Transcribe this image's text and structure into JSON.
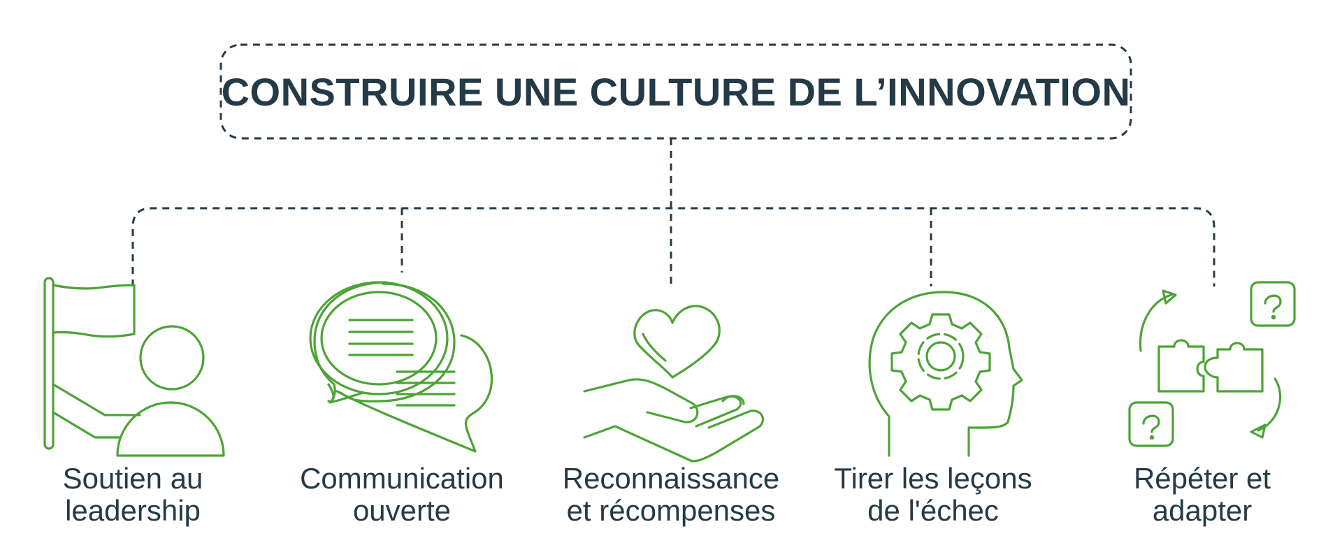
{
  "diagram": {
    "title": "CONSTRUIRE UNE CULTURE DE L’INNOVATION",
    "colors": {
      "text": "#243a47",
      "icon": "#4ca335",
      "connector": "#243a47"
    },
    "items": [
      {
        "icon": "flag-person-icon",
        "line1": "Soutien au",
        "line2": "leadership"
      },
      {
        "icon": "chat-bubbles-icon",
        "line1": "Communication",
        "line2": "ouverte"
      },
      {
        "icon": "heart-hand-icon",
        "line1": "Reconnaissance",
        "line2": "et récompenses"
      },
      {
        "icon": "head-gear-icon",
        "line1": "Tirer les leçons",
        "line2": "de l'échec"
      },
      {
        "icon": "puzzle-cycle-icon",
        "line1": "Répéter et",
        "line2": "adapter"
      }
    ]
  }
}
